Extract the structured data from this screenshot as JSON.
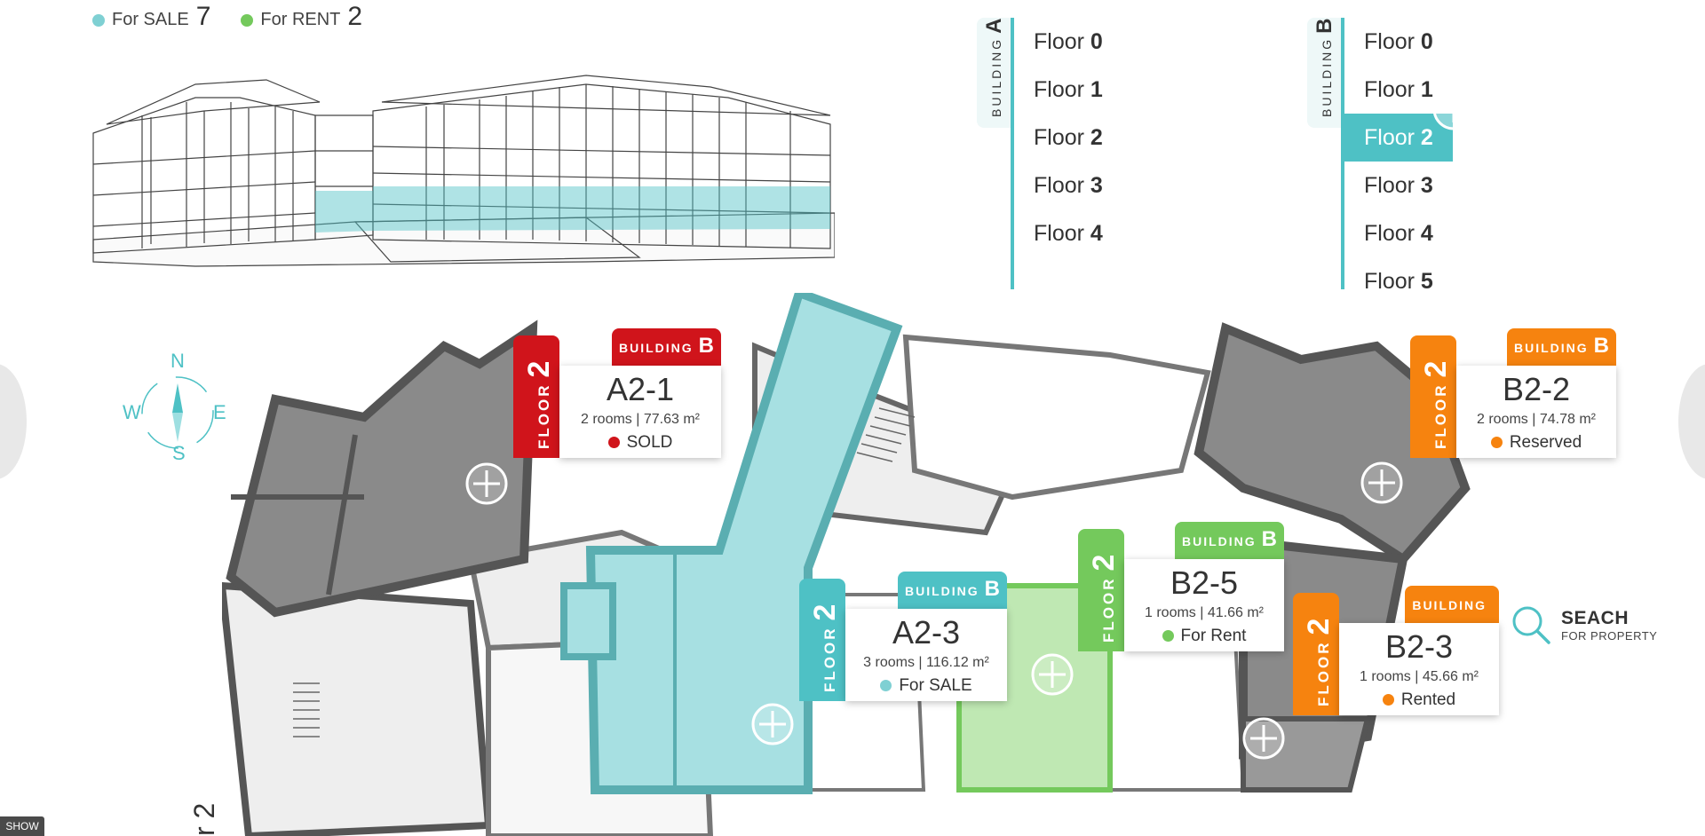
{
  "legend": {
    "for_sale_label": "For SALE",
    "for_sale_count": "7",
    "for_rent_label": "For RENT",
    "for_rent_count": "2"
  },
  "colors": {
    "accent_teal": "#4ec1c5",
    "sold_red": "#d0141b",
    "for_rent_green": "#74c95c",
    "reserved_orange": "#f6830f",
    "room_dark": "#8a8a8a",
    "room_light": "#eeeeee"
  },
  "building_a": {
    "label": "BUILDING",
    "letter": "A",
    "floors": [
      {
        "word": "Floor",
        "num": "0"
      },
      {
        "word": "Floor",
        "num": "1"
      },
      {
        "word": "Floor",
        "num": "2"
      },
      {
        "word": "Floor",
        "num": "3"
      },
      {
        "word": "Floor",
        "num": "4"
      }
    ]
  },
  "building_b": {
    "label": "BUILDING",
    "letter": "B",
    "selected_floor": "2",
    "floors": [
      {
        "word": "Floor",
        "num": "0"
      },
      {
        "word": "Floor",
        "num": "1"
      },
      {
        "word": "Floor",
        "num": "2"
      },
      {
        "word": "Floor",
        "num": "3"
      },
      {
        "word": "Floor",
        "num": "4"
      },
      {
        "word": "Floor",
        "num": "5"
      }
    ]
  },
  "compass": {
    "n": "N",
    "s": "S",
    "e": "E",
    "w": "W"
  },
  "cards": {
    "a21": {
      "floor_word": "FLOOR",
      "floor_num": "2",
      "building_word": "BUILDING",
      "building_letter": "B",
      "name": "A2-1",
      "info": "2 rooms  |  77.63 m²",
      "status": "SOLD"
    },
    "b22": {
      "floor_word": "FLOOR",
      "floor_num": "2",
      "building_word": "BUILDING",
      "building_letter": "B",
      "name": "B2-2",
      "info": "2 rooms  |  74.78 m²",
      "status": "Reserved"
    },
    "a23": {
      "floor_word": "FLOOR",
      "floor_num": "2",
      "building_word": "BUILDING",
      "building_letter": "B",
      "name": "A2-3",
      "info": "3 rooms  |  116.12 m²",
      "status": "For SALE"
    },
    "b25": {
      "floor_word": "FLOOR",
      "floor_num": "2",
      "building_word": "BUILDING",
      "building_letter": "B",
      "name": "B2-5",
      "info": "1 rooms  |  41.66 m²",
      "status": "For Rent"
    },
    "b23": {
      "floor_word": "FLOOR",
      "floor_num": "2",
      "building_word": "BUILDING",
      "building_letter": "",
      "name": "B2-3",
      "info": "1 rooms  |  45.66 m²",
      "status": "Rented"
    }
  },
  "search": {
    "title": "SEACH",
    "subtitle": "FOR PROPERTY"
  },
  "show_button": "SHOW",
  "plan_floor_label": "r 2"
}
